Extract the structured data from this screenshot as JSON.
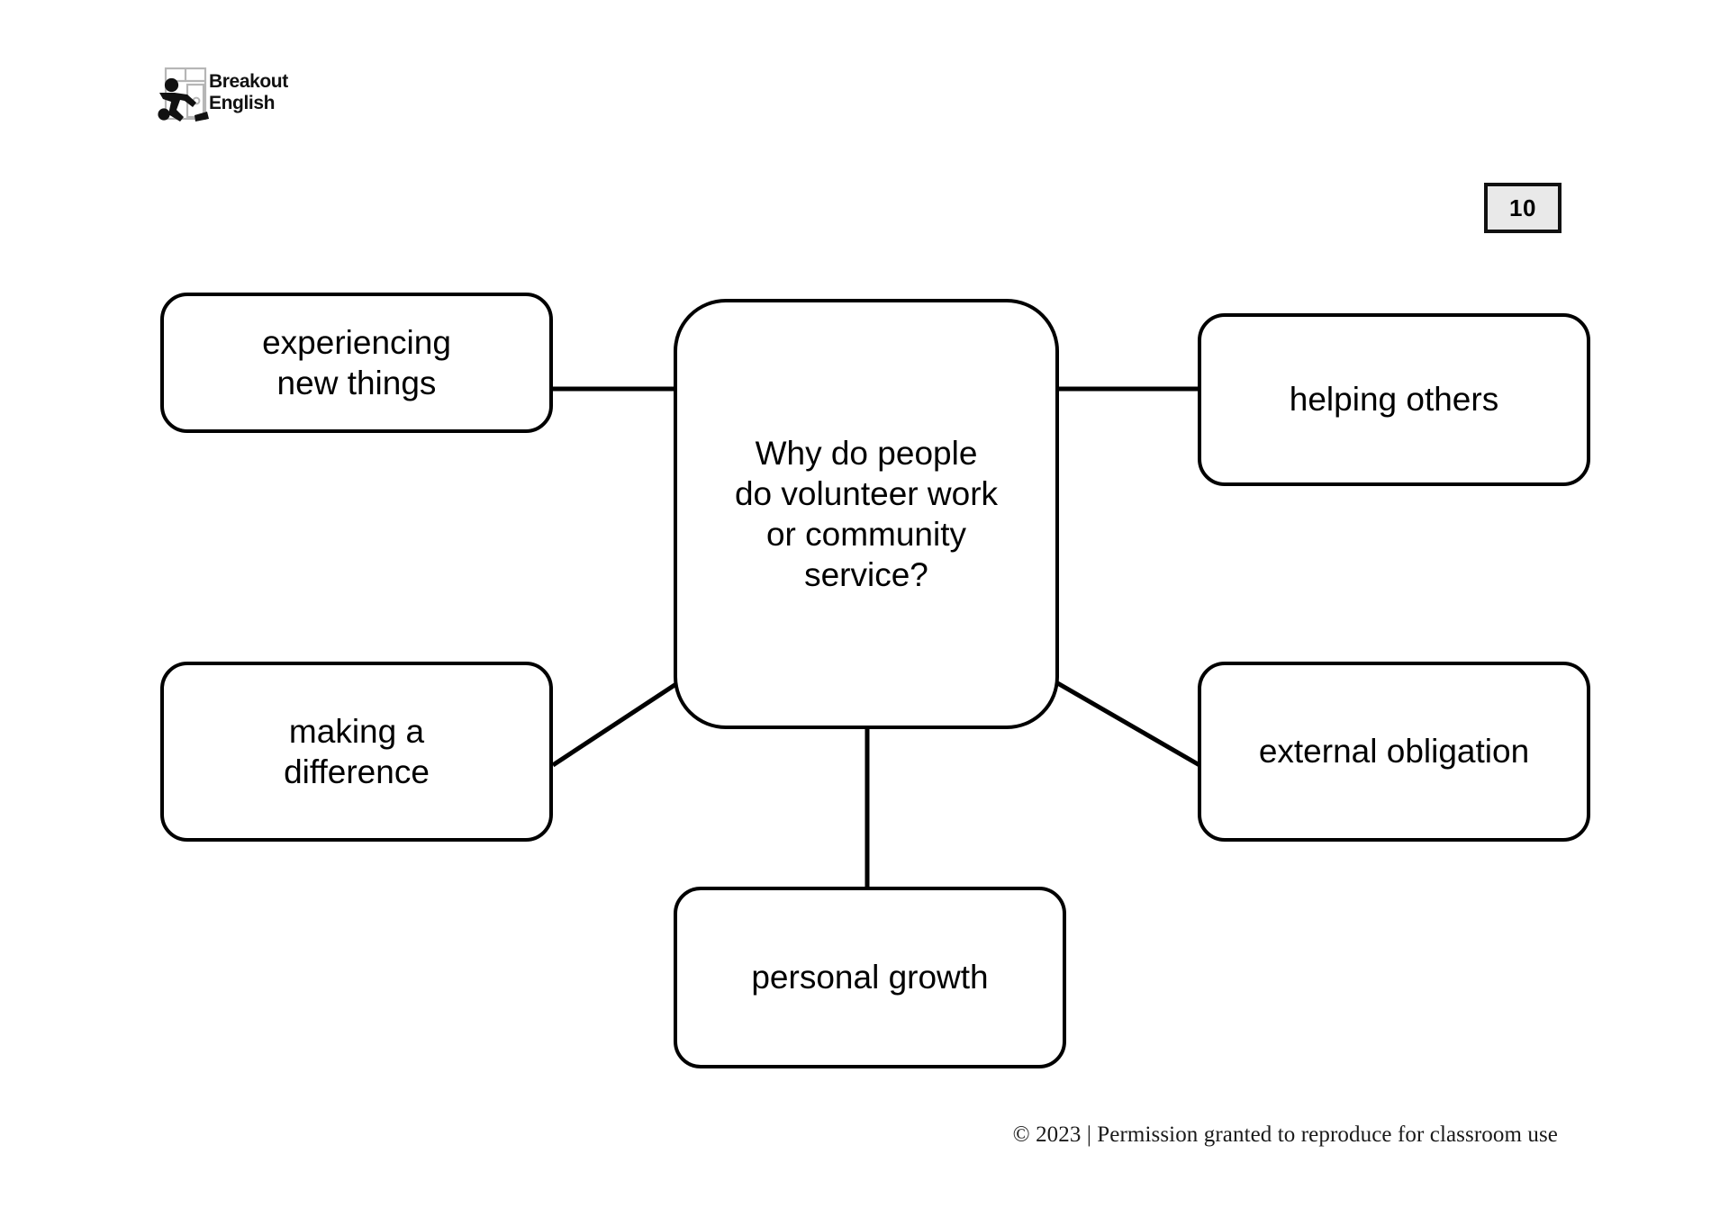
{
  "header": {
    "logo": {
      "icon": "running-person-through-door-icon",
      "line1": "Breakout",
      "line2": "English"
    },
    "page_badge": {
      "number": "10",
      "background": "#e9e9e9",
      "border_color": "#111111"
    }
  },
  "diagram": {
    "type": "mind-map",
    "center": {
      "id": "center",
      "label": "Why do people\ndo volunteer work\nor community\nservice?"
    },
    "nodes": [
      {
        "id": "experiencing",
        "label": "experiencing\nnew things",
        "position": "top-left"
      },
      {
        "id": "making-difference",
        "label": "making a\ndifference",
        "position": "bottom-left"
      },
      {
        "id": "helping-others",
        "label": "helping others",
        "position": "top-right"
      },
      {
        "id": "external-obligation",
        "label": "external obligation",
        "position": "bottom-right"
      },
      {
        "id": "personal-growth",
        "label": "personal growth",
        "position": "bottom-center"
      }
    ],
    "connectors": [
      {
        "from": "center",
        "to": "experiencing",
        "style": "straight-horizontal"
      },
      {
        "from": "center",
        "to": "helping-others",
        "style": "straight-horizontal"
      },
      {
        "from": "center",
        "to": "making-difference",
        "style": "diagonal"
      },
      {
        "from": "center",
        "to": "external-obligation",
        "style": "diagonal"
      },
      {
        "from": "center",
        "to": "personal-growth",
        "style": "straight-vertical"
      }
    ],
    "line_color": "#000000",
    "box_fill": "#ffffff"
  },
  "footer": {
    "copyright": "© 2023 | Permission granted to reproduce for classroom use"
  }
}
